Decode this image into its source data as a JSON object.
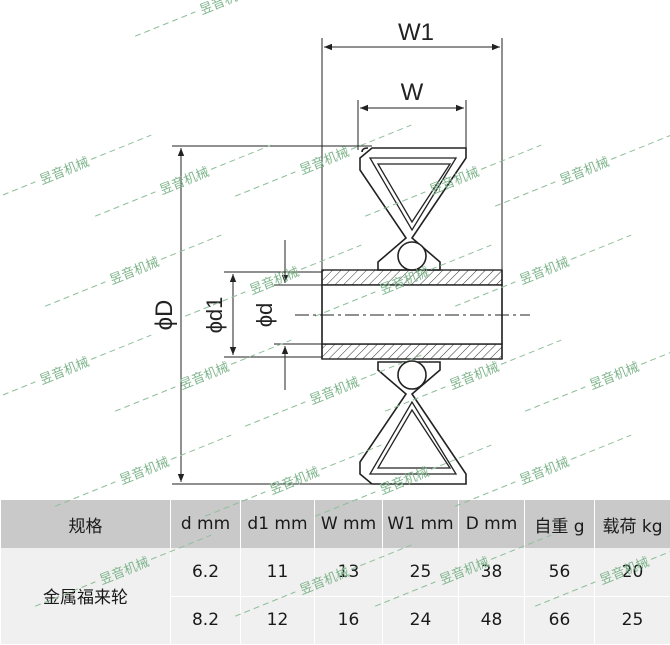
{
  "drawing": {
    "labels": {
      "w1": "W1",
      "w": "W",
      "d_outer": "ϕD",
      "d1": "ϕd1",
      "d": "ϕd"
    }
  },
  "watermark": "昱音机械",
  "table": {
    "headers": [
      "规格",
      "d mm",
      "d1 mm",
      "W mm",
      "W1 mm",
      "D mm",
      "自重 g",
      "载荷 kg"
    ],
    "model": "金属福来轮",
    "rows": [
      [
        "6.2",
        "11",
        "13",
        "25",
        "38",
        "56",
        "20"
      ],
      [
        "8.2",
        "12",
        "16",
        "24",
        "48",
        "66",
        "25"
      ]
    ]
  }
}
